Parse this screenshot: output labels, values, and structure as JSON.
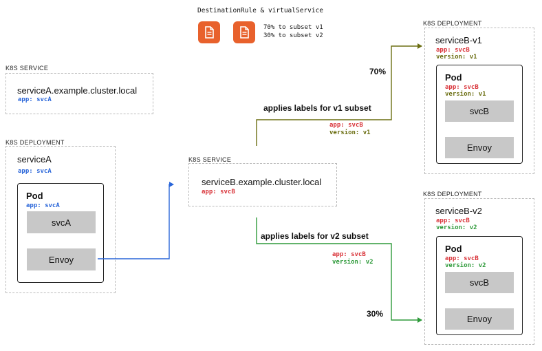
{
  "header": {
    "title": "DestinationRule & virtualService",
    "notes": [
      "70% to subset v1",
      "30% to subset v2"
    ]
  },
  "serviceA_svc": {
    "caption": "K8S SERVICE",
    "name": "serviceA.example.cluster.local",
    "label": "app: svcA"
  },
  "serviceA_dep": {
    "caption": "K8S DEPLOYMENT",
    "name": "serviceA",
    "label": "app: svcA",
    "pod": {
      "title": "Pod",
      "label": "app: svcA",
      "container1": "svcA",
      "container2": "Envoy"
    }
  },
  "serviceB_svc": {
    "caption": "K8S SERVICE",
    "name": "serviceB.example.cluster.local",
    "label": "app: svcB"
  },
  "routes": {
    "v1": {
      "title": "applies labels for v1 subset",
      "app": "app: svcB",
      "version": "version: v1",
      "pct": "70%"
    },
    "v2": {
      "title": "applies labels for v2 subset",
      "app": "app: svcB",
      "version": "version: v2",
      "pct": "30%"
    }
  },
  "serviceB_v1": {
    "caption": "K8S DEPLOYMENT",
    "name": "serviceB-v1",
    "app": "app: svcB",
    "version": "version: v1",
    "pod": {
      "title": "Pod",
      "app": "app: svcB",
      "version": "version: v1",
      "container1": "svcB",
      "container2": "Envoy"
    }
  },
  "serviceB_v2": {
    "caption": "K8S DEPLOYMENT",
    "name": "serviceB-v2",
    "app": "app: svcB",
    "version": "version: v2",
    "pod": {
      "title": "Pod",
      "app": "app: svcB",
      "version": "version: v2",
      "container1": "svcB",
      "container2": "Envoy"
    }
  },
  "colors": {
    "blue": "#2a66d9",
    "red": "#d9343a",
    "olive": "#6b6e12",
    "green": "#2e9a3a",
    "icon": "#e8612c"
  },
  "icons": [
    "document-icon",
    "document-icon"
  ]
}
